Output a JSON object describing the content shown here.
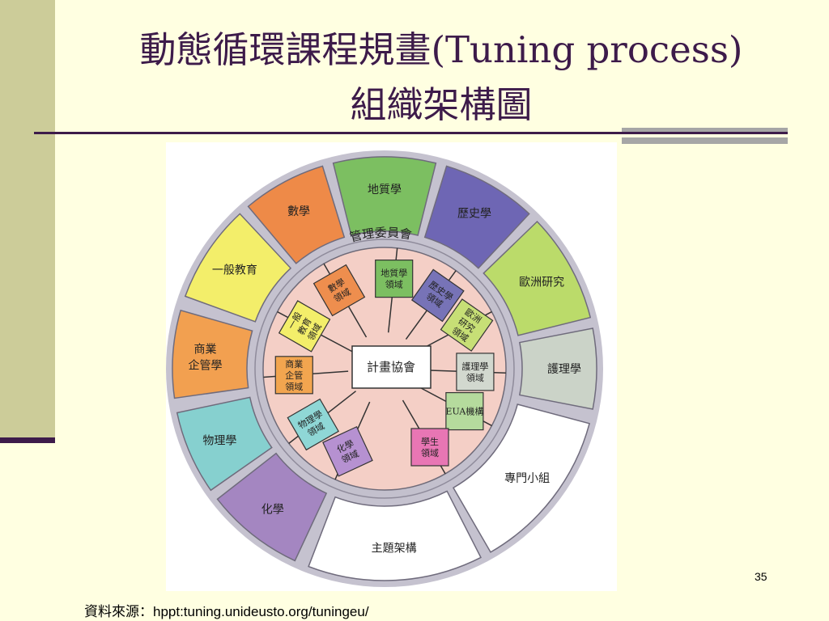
{
  "slide": {
    "title_line1": "動態循環課程規畫(Tuning process)",
    "title_line2": "組織架構圖",
    "page_number": "35",
    "source": "資料來源：hppt:tuning.unideusto.org/tuningeu/"
  },
  "diagram": {
    "committee_label": "管理委員會",
    "center_label": "計畫協會",
    "outer_segments": [
      {
        "label": "地質學",
        "color": "#7CBF61"
      },
      {
        "label": "歷史學",
        "color": "#6E66B4"
      },
      {
        "label": "歐洲研究",
        "color": "#BBDB6A"
      },
      {
        "label": "護理學",
        "color": "#CBD3C8"
      },
      {
        "label": "專門小組",
        "color": "#FFFFFF"
      },
      {
        "label": "主題架構",
        "color": "#FFFFFF"
      },
      {
        "label": "化學",
        "color": "#A486C1"
      },
      {
        "label": "物理學",
        "color": "#86D0CF"
      },
      {
        "label": "商業企管學",
        "color": "#F2A050"
      },
      {
        "label": "一般教育",
        "color": "#F3EE6A"
      },
      {
        "label": "數學",
        "color": "#EE8A48"
      }
    ],
    "inner_boxes": [
      {
        "label": "地質學領域",
        "color": "#7CBF61"
      },
      {
        "label": "歷史學領域",
        "color": "#7773B7"
      },
      {
        "label": "歐洲研究領域",
        "color": "#C7DF76"
      },
      {
        "label": "護理學領域",
        "color": "#D2D8CF"
      },
      {
        "label": "EUA機構",
        "color": "#B5DB9D"
      },
      {
        "label": "學生領域",
        "color": "#E876B4"
      },
      {
        "label": "化學領域",
        "color": "#B691D1"
      },
      {
        "label": "物理學領域",
        "color": "#8FD7D6"
      },
      {
        "label": "商業企管領域",
        "color": "#F2A54F"
      },
      {
        "label": "一般教育領域",
        "color": "#F3EE6A"
      },
      {
        "label": "數學領域",
        "color": "#EE8E4E"
      }
    ]
  }
}
